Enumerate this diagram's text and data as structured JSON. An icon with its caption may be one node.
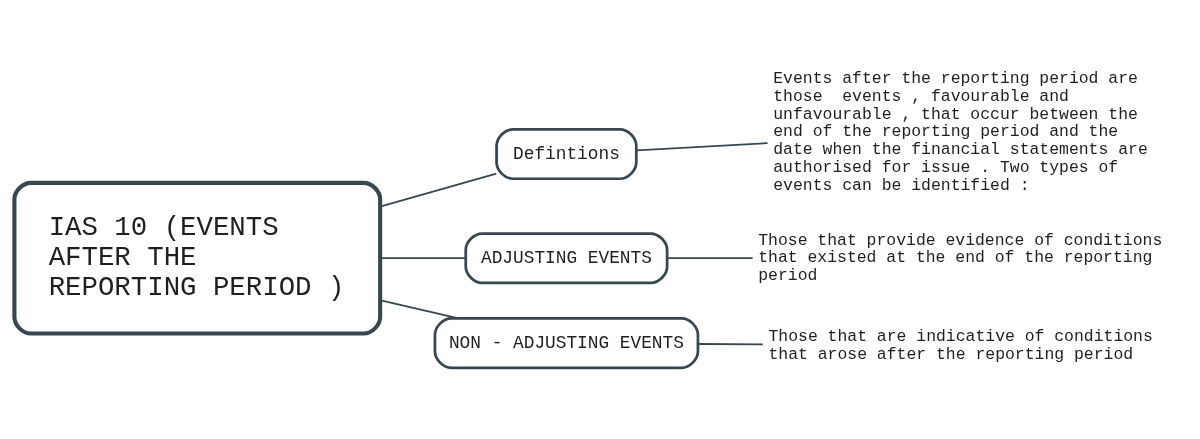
{
  "diagram": {
    "nodes": [
      {
        "text": [
          "IAS 10 (EVENTS AFTER THE REPORTING PERIOD )"
        ]
      },
      {
        "text": [
          "Defintions"
        ]
      },
      {
        "text": [
          "Events after the reporting period are those  events , favourable and unfavourable , that occur between the end of the reporting period and the date when the financial statements are authorised for issue . Two types of events can be identified :"
        ]
      },
      {
        "text": [
          "ADJUSTING EVENTS"
        ]
      },
      {
        "text": [
          "Those that provide evidence of conditions that existed at the end of the reporting period"
        ]
      },
      {
        "text": [
          "NON - ADJUSTING EVENTS"
        ]
      },
      {
        "text": [
          "Those that are indicative of conditions that arose after the reporting period"
        ]
      }
    ],
    "edges": [
      {
        "from": 0,
        "to": 1,
        "arrow": "none"
      },
      {
        "from": 1,
        "to": 2,
        "arrow": "none"
      },
      {
        "from": 0,
        "to": 3,
        "arrow": "none"
      },
      {
        "from": 3,
        "to": 4,
        "arrow": "none"
      },
      {
        "from": 0,
        "to": 5,
        "arrow": "none"
      },
      {
        "from": 5,
        "to": 6,
        "arrow": "none"
      }
    ]
  }
}
